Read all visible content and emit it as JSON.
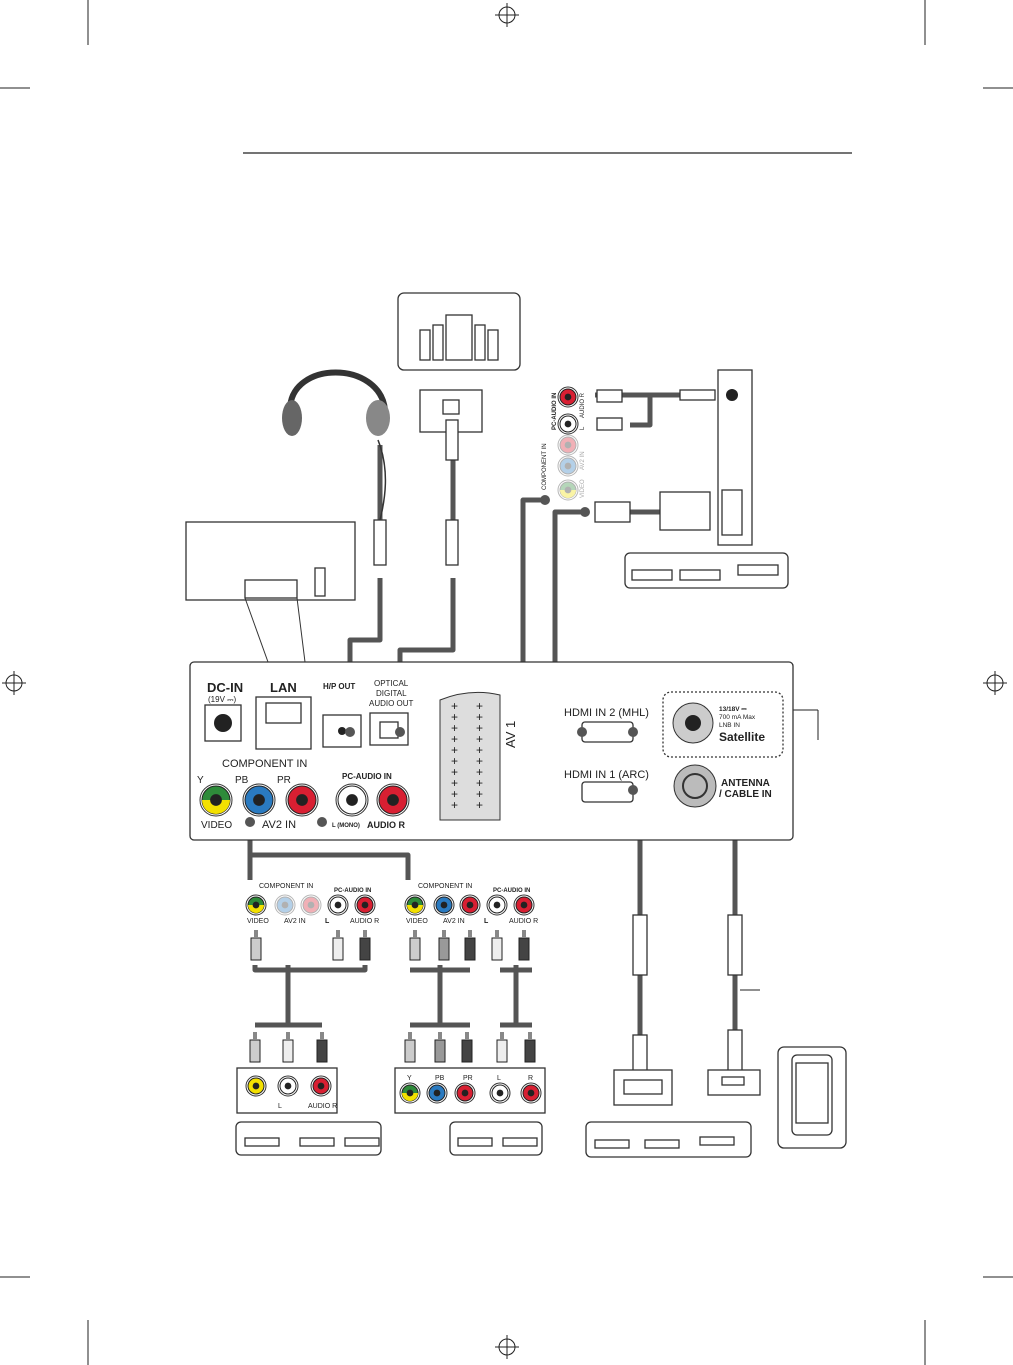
{
  "panel": {
    "dc_in": "DC-IN",
    "dc_in_rating": "(19V ⎓)",
    "lan": "LAN",
    "hp_out": "H/P OUT",
    "optical_1": "OPTICAL",
    "optical_2": "DIGITAL",
    "optical_3": "AUDIO OUT",
    "av1": "AV 1",
    "hdmi2": "HDMI IN 2 (MHL)",
    "hdmi1": "HDMI IN 1 (ARC)",
    "lnb_1": "13/18V ⎓",
    "lnb_2": "700 mA Max",
    "lnb_3": "LNB IN",
    "satellite": "Satellite",
    "antenna_1": "ANTENNA",
    "antenna_2": "/ CABLE IN",
    "component_in": "COMPONENT IN",
    "y": "Y",
    "pb": "PB",
    "pr": "PR",
    "pc_audio_in": "PC-AUDIO IN",
    "video": "VIDEO",
    "av2_in": "AV2 IN",
    "l_mono": "L (MONO)",
    "audio_r": "AUDIO R"
  },
  "pc_side_panel": {
    "pc_audio_in": "PC-AUDIO IN",
    "audio_r": "AUDIO R",
    "l": "L",
    "component_in": "COMPONENT IN",
    "av2_in": "AV2 IN",
    "video": "VIDEO"
  },
  "mini_panels": [
    {
      "component_in": "COMPONENT IN",
      "pc_audio_in": "PC-AUDIO IN",
      "video": "VIDEO",
      "av2_in": "AV2 IN",
      "l": "L",
      "audio_r": "AUDIO R"
    },
    {
      "component_in": "COMPONENT IN",
      "pc_audio_in": "PC-AUDIO IN",
      "video": "VIDEO",
      "av2_in": "AV2 IN",
      "l": "L",
      "audio_r": "AUDIO R"
    }
  ],
  "device_av": {
    "audio_r": "AUDIO R",
    "l": "L"
  },
  "device_component": {
    "y": "Y",
    "pb": "PB",
    "pr": "PR",
    "l": "L",
    "r": "R"
  },
  "colors": {
    "green": "#2e8b3a",
    "blue": "#2a7ac0",
    "red": "#d81f32",
    "yellow": "#f3e000",
    "satellite_border": "#c8305a",
    "cable": "#555555"
  }
}
